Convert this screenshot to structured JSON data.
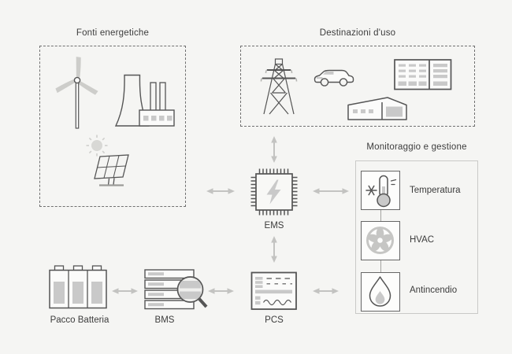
{
  "diagram": {
    "palette": {
      "background": "#f5f5f3",
      "outline": "#555555",
      "muted_fill": "#c9c9c9",
      "arrow": "#c3c3c1",
      "panel_border": "#c9c9c7",
      "text": "#3c3c3c"
    },
    "groups": {
      "sources": {
        "title": "Fonti energetiche",
        "icons": [
          "wind-turbine-icon",
          "power-plant-icon",
          "sun-icon",
          "solar-panel-icon"
        ]
      },
      "destinations": {
        "title": "Destinazioni d'uso",
        "icons": [
          "transmission-tower-icon",
          "car-icon",
          "control-panel-icon",
          "warehouse-icon"
        ]
      },
      "monitoring": {
        "title": "Monitoraggio e gestione",
        "items": [
          {
            "label": "Temperatura",
            "icon": "thermometer-snowflake-icon"
          },
          {
            "label": "HVAC",
            "icon": "fan-icon"
          },
          {
            "label": "Antincendio",
            "icon": "droplet-icon"
          }
        ]
      }
    },
    "nodes": {
      "ems": {
        "label": "EMS",
        "icon": "chip-lightning-icon"
      },
      "bms": {
        "label": "BMS",
        "icon": "server-magnifier-icon"
      },
      "pcs": {
        "label": "PCS",
        "icon": "document-waveform-icon"
      },
      "battery": {
        "label": "Pacco Batteria",
        "icon": "battery-pack-icon"
      }
    },
    "connections": [
      {
        "from": "sources",
        "to": "ems",
        "type": "bidirectional"
      },
      {
        "from": "destinations",
        "to": "ems",
        "type": "bidirectional"
      },
      {
        "from": "ems",
        "to": "monitoring",
        "type": "bidirectional"
      },
      {
        "from": "ems",
        "to": "pcs",
        "type": "bidirectional"
      },
      {
        "from": "battery",
        "to": "bms",
        "type": "bidirectional"
      },
      {
        "from": "bms",
        "to": "pcs",
        "type": "bidirectional"
      },
      {
        "from": "pcs",
        "to": "monitoring",
        "type": "bidirectional"
      }
    ]
  }
}
